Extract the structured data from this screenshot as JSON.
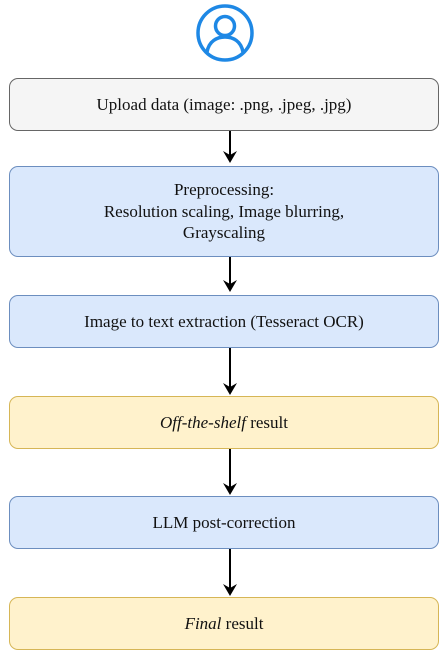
{
  "icon": {
    "name": "user-icon",
    "color": "#1e88e5"
  },
  "steps": [
    {
      "id": "upload",
      "text": "Upload data (image: .png, .jpeg, .jpg)"
    },
    {
      "id": "preprocessing",
      "lines": [
        "Preprocessing:",
        "Resolution scaling, Image blurring,",
        "Grayscaling"
      ]
    },
    {
      "id": "ocr",
      "text": "Image to text extraction (Tesseract OCR)"
    },
    {
      "id": "off-the-shelf",
      "emph": "Off-the-shelf",
      "rest": " result"
    },
    {
      "id": "llm",
      "text": "LLM post-correction"
    },
    {
      "id": "final",
      "emph": "Final",
      "rest": " result"
    }
  ],
  "colors": {
    "gray_fill": "#f5f5f5",
    "blue_fill": "#dae8fc",
    "yellow_fill": "#fff2cc",
    "arrow": "#000000"
  }
}
